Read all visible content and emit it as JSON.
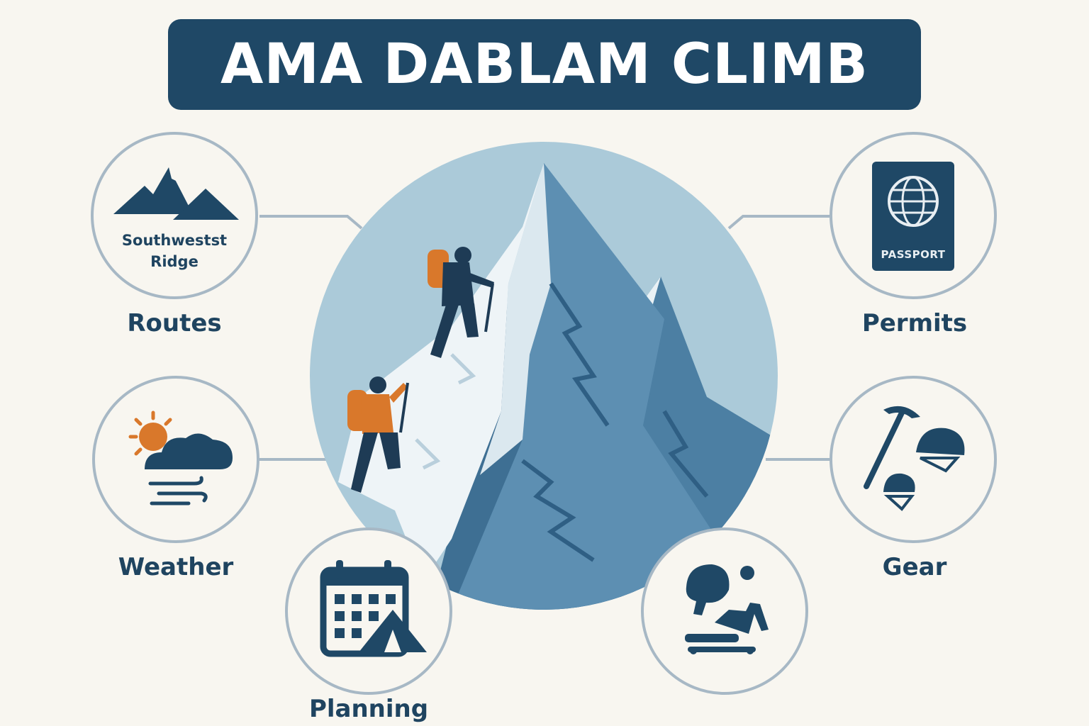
{
  "title": "AMA DABLAM CLIMB",
  "colors": {
    "background": "#f8f6f0",
    "navy": "#1f4866",
    "accent_orange": "#d9782b",
    "circle_border": "#a7b8c5",
    "sky": "#a9c9d8"
  },
  "features": [
    {
      "id": "routes",
      "label": "Routes",
      "icon": "mountain-range-icon",
      "icon_text_line1": "Southwestst",
      "icon_text_line2": "Ridge"
    },
    {
      "id": "permits",
      "label": "Permits",
      "icon": "passport-icon",
      "icon_text": "PASSPORT"
    },
    {
      "id": "weather",
      "label": "Weather",
      "icon": "sun-cloud-wind-icon"
    },
    {
      "id": "gear",
      "label": "Gear",
      "icon": "ice-axe-helmet-icon"
    },
    {
      "id": "planning",
      "label": "Planning",
      "icon": "calendar-tent-icon"
    },
    {
      "id": "team",
      "label": "",
      "icon": "climbers-team-icon"
    }
  ]
}
